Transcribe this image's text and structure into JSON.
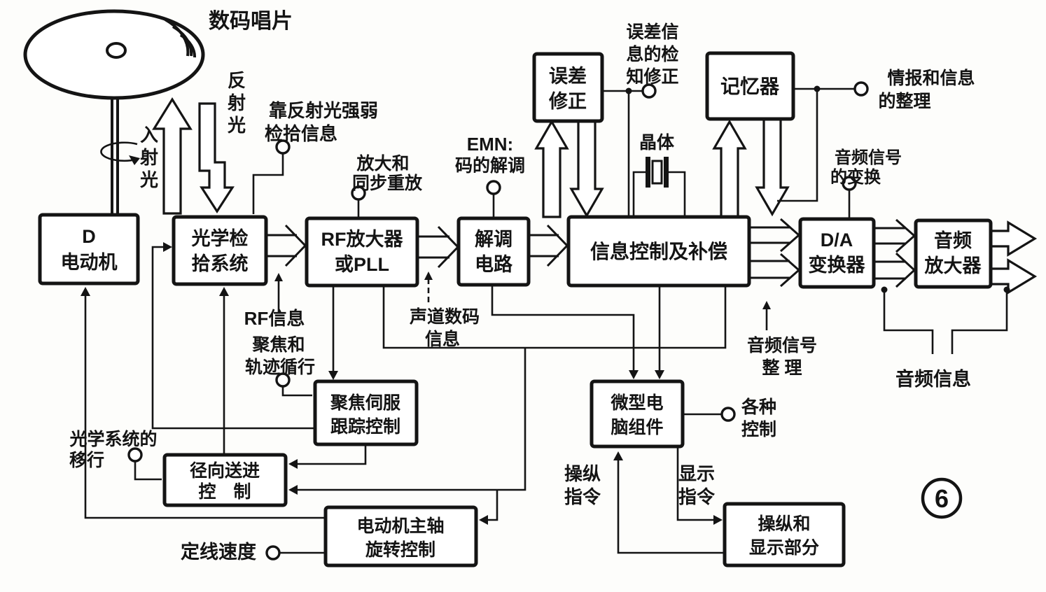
{
  "figure": {
    "number": "6"
  },
  "nodes": {
    "motor": {
      "l1": "D",
      "l2": "电动机"
    },
    "pickup": {
      "l1": "光学检",
      "l2": "拾系统"
    },
    "rf": {
      "l1": "RF放大器",
      "l2": "或PLL"
    },
    "demod": {
      "l1": "解调",
      "l2": "电路"
    },
    "main": {
      "l1": "信息控制及补偿"
    },
    "errcorr": {
      "l1": "误差",
      "l2": "修正"
    },
    "memory": {
      "l1": "记忆器"
    },
    "da": {
      "l1": "D/A",
      "l2": "变换器"
    },
    "amp": {
      "l1": "音频",
      "l2": "放大器"
    },
    "focus": {
      "l1": "聚焦伺服",
      "l2": "跟踪控制"
    },
    "radial": {
      "l1": "径向送进",
      "l2": "控　制"
    },
    "spindle": {
      "l1": "电动机主轴",
      "l2": "旋转控制"
    },
    "micro": {
      "l1": "微型电",
      "l2": "脑组件"
    },
    "panel": {
      "l1": "操纵和",
      "l2": "显示部分"
    }
  },
  "labels": {
    "disc": "数码唱片",
    "incident": [
      "入",
      "射",
      "光"
    ],
    "reflected": [
      "反",
      "射",
      "光"
    ],
    "pickup_info": {
      "l1": "靠反射光强弱",
      "l2": "检拾信息"
    },
    "amp_sync": {
      "l1": "放大和",
      "l2": "同步重放"
    },
    "emn": {
      "l1": "EMN:",
      "l2": "码的解调"
    },
    "rf_info": "RF信息",
    "channel": {
      "l1": "声道数码",
      "l2": "信息"
    },
    "focus_track": {
      "l1": "聚焦和",
      "l2": "轨迹循行"
    },
    "opt_move": {
      "l1": "光学系统的",
      "l2": "移行"
    },
    "err_info": {
      "l1": "误差信",
      "l2": "息的检",
      "l3": "知修正"
    },
    "crystal": "晶体",
    "mem_info": {
      "l1": "情报和信息",
      "l2": "的整理"
    },
    "audio_conv": {
      "l1": "音频信号",
      "l2": "的变换"
    },
    "audio_sort": {
      "l1": "音频信号",
      "l2": "整 理"
    },
    "audio_info": "音频信息",
    "various": {
      "l1": "各种",
      "l2": "控制"
    },
    "op_cmd": {
      "l1": "操纵",
      "l2": "指令"
    },
    "disp_cmd": {
      "l1": "显示",
      "l2": "指令"
    },
    "clv": "定线速度"
  },
  "colors": {
    "ink": "#141414",
    "paper": "#fdfdfb"
  }
}
